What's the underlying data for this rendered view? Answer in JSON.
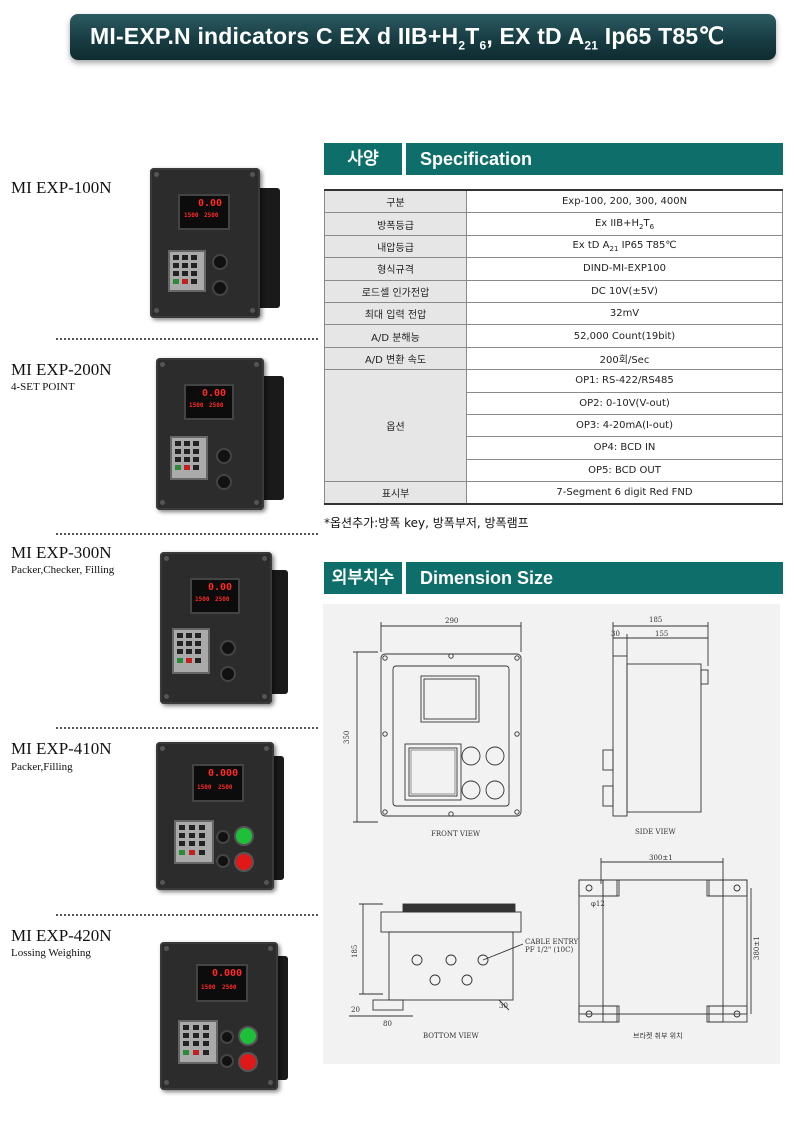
{
  "banner": {
    "part1": "MI-EXP.N indicators C EX d IIB+H",
    "sub1": "2",
    "part2": "T",
    "sub2": "6",
    "part3": ", EX tD A",
    "sub3": "21",
    "part4": " Ip65 T85℃"
  },
  "products": [
    {
      "name": "MI EXP-100N",
      "subtitle": ""
    },
    {
      "name": "MI EXP-200N",
      "subtitle": "4-SET POINT"
    },
    {
      "name": "MI EXP-300N",
      "subtitle": "Packer,Checker, Filling"
    },
    {
      "name": "MI EXP-410N",
      "subtitle": "Packer,Filling"
    },
    {
      "name": "MI EXP-420N",
      "subtitle": "Lossing Weighing"
    }
  ],
  "display": {
    "main": "0.00",
    "main2": "0.000",
    "sub1": "1500",
    "sub2": "2500"
  },
  "spec_section": {
    "ko": "사양",
    "en": "Specification"
  },
  "spec": {
    "model_label": "구분",
    "model_value": "Exp-100, 200, 300, 400N",
    "explosion_label": "방폭등급",
    "explosion_value_a": "Ex IIB+H",
    "explosion_sub_a": "2",
    "explosion_value_b": "T",
    "explosion_sub_b": "6",
    "pressure_label": "내압등급",
    "pressure_value_a": "Ex tD A",
    "pressure_sub": "21",
    "pressure_value_b": " IP65 T85℃",
    "type_label": "형식규격",
    "type_value": "DIND-MI-EXP100",
    "loadcell_label": "로드셀 인가전압",
    "loadcell_value": "DC 10V(±5V)",
    "maxinput_label": "최대 입력 전압",
    "maxinput_value": "32mV",
    "adres_label": "A/D 분해능",
    "adres_value": "52,000 Count(19bit)",
    "adspeed_label": "A/D 변환 속도",
    "adspeed_value": "200회/Sec",
    "option_label": "옵션",
    "options": [
      "OP1: RS-422/RS485",
      "OP2: 0-10V(V-out)",
      "OP3: 4-20mA(I-out)",
      "OP4: BCD IN",
      "OP5: BCD OUT"
    ],
    "display_label": "표시부",
    "display_value": "7-Segment 6 digit Red FND"
  },
  "note": "*옵션추가:방폭 key, 방폭부저, 방폭램프",
  "dim_section": {
    "ko": "외부치수",
    "en": "Dimension Size"
  },
  "drawing": {
    "front_width": "290",
    "front_height": "350",
    "front_caption": "FRONT VIEW",
    "side_depth": "185",
    "side_a": "30",
    "side_b": "155",
    "side_caption": "SIDE VIEW",
    "bottom_height": "185",
    "bottom_a": "20",
    "bottom_b": "80",
    "bottom_c": "30",
    "cable_line1": "CABLE ENTRY",
    "cable_line2": "PF 1/2\" (10C)",
    "bottom_caption": "BOTTOM VIEW",
    "bracket_w": "300±1",
    "bracket_h": "380±1",
    "bracket_hole": "φ12",
    "bracket_caption": "브라켓 취부 위치"
  }
}
